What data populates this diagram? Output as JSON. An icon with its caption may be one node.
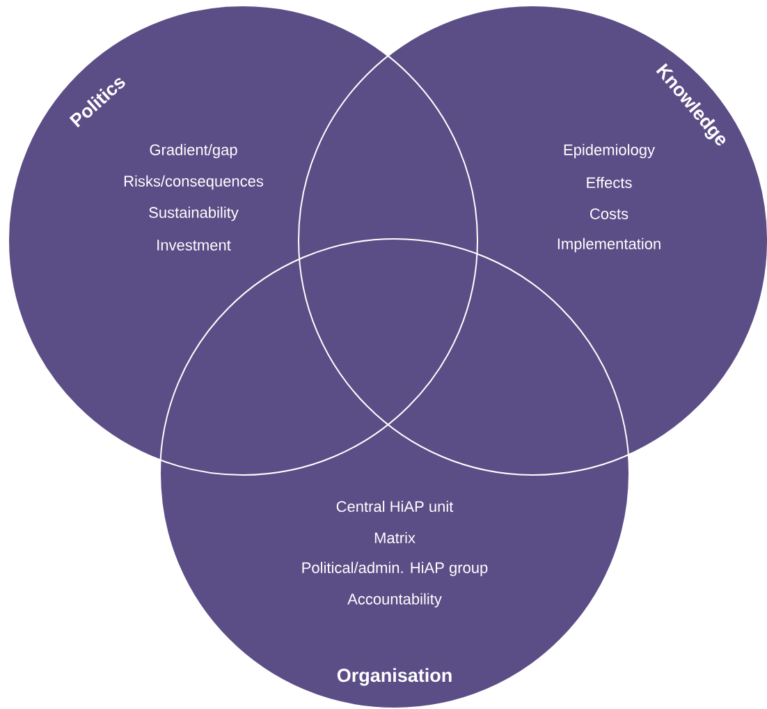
{
  "diagram": {
    "nodes": [
      {
        "text": [
          "Politics",
          "Gradient/gap",
          "Risks/consequences",
          "Sustainability",
          "Investment"
        ]
      },
      {
        "text": [
          "Knowledge",
          "Epidemiology",
          "Effects",
          "Costs",
          "Implementation"
        ]
      },
      {
        "text": [
          "Organisation",
          "Central HiAP unit",
          "Matrix",
          "Political/admin. HiAP group",
          "Accountability"
        ]
      }
    ]
  }
}
